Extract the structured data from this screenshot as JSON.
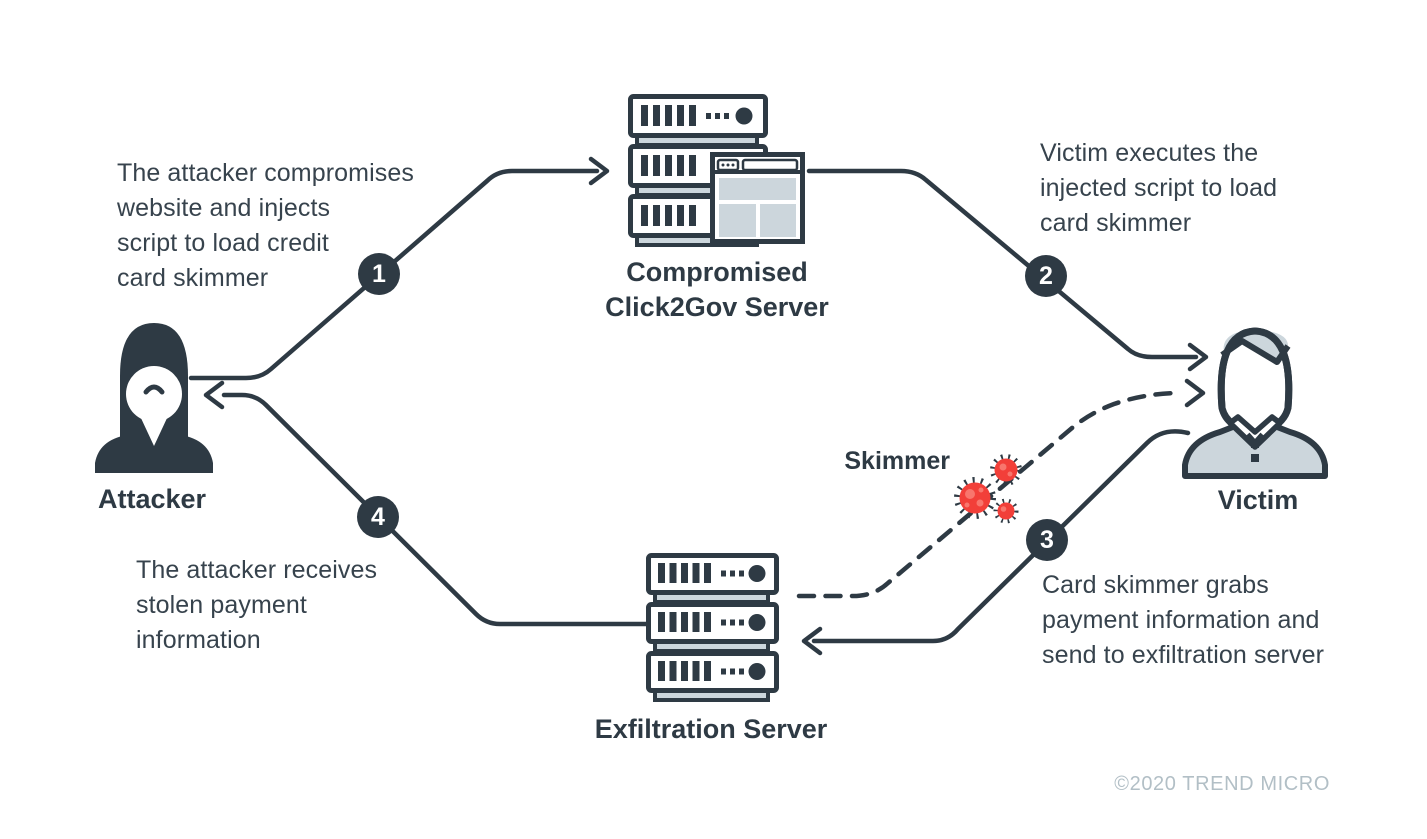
{
  "diagram": {
    "steps": [
      {
        "number": "1",
        "text": "The attacker compromises\nwebsite and injects\nscript to load credit\ncard skimmer"
      },
      {
        "number": "2",
        "text": "Victim executes the\ninjected script to load\ncard skimmer"
      },
      {
        "number": "3",
        "text": "Card skimmer grabs\npayment information and\nsend to exfiltration server"
      },
      {
        "number": "4",
        "text": "The attacker receives\nstolen payment\ninformation"
      }
    ],
    "nodes": {
      "attacker": {
        "label": "Attacker"
      },
      "compromised_server": {
        "label": "Compromised\nClick2Gov Server"
      },
      "victim": {
        "label": "Victim"
      },
      "exfiltration_server": {
        "label": "Exfiltration Server"
      },
      "skimmer": {
        "label": "Skimmer"
      }
    },
    "footer": {
      "copyright": "©2020 TREND MICRO"
    },
    "colors": {
      "ink": "#2e3a44",
      "panel_blue_gray": "#ccd6dc",
      "virus_red": "#f23f39",
      "copyright_gray": "#b2bfc6"
    }
  }
}
